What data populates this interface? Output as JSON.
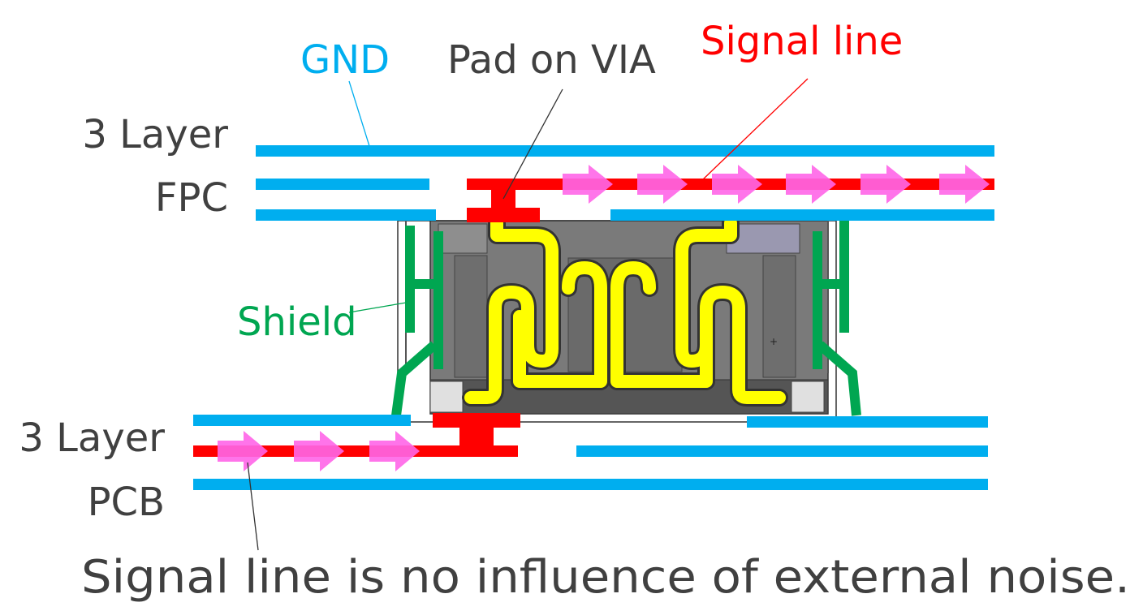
{
  "labels": {
    "gnd": "GND",
    "pad_on_via": "Pad on VIA",
    "signal_line": "Signal line",
    "fpc_line1": "3 Layer",
    "fpc_line2": "FPC",
    "pcb_line1": "3 Layer",
    "pcb_line2": "PCB",
    "shield": "Shield",
    "caption": "Signal line is no influence of external noise."
  },
  "colors": {
    "gnd": "#00aeef",
    "signal": "#ff0000",
    "text_dark": "#404040",
    "shield": "#00a651",
    "arrow": "#ff66e8",
    "contact": "#ffff00",
    "housing": "#7a7a7a"
  }
}
